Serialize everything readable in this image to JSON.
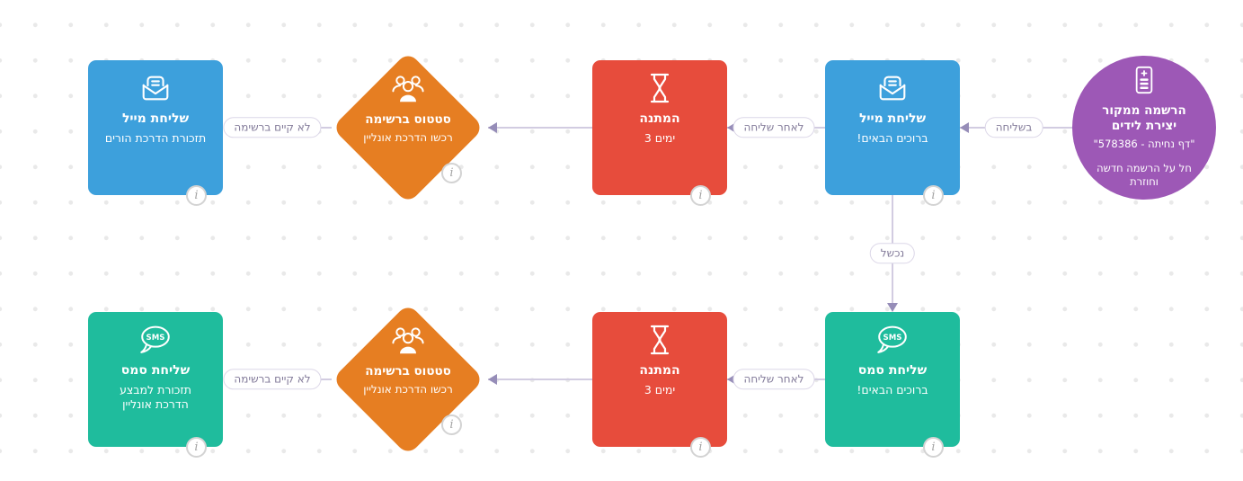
{
  "palette": {
    "blue": "#3da0dc",
    "red": "#e74c3c",
    "orange": "#e67e22",
    "green": "#1fbc9d",
    "purple": "#9d58b6",
    "connector_line": "#d2cce1",
    "arrowhead": "#968db8",
    "label_text": "#827a99",
    "canvas_dot": "#e9e9e9"
  },
  "nodes": {
    "trigger": {
      "icon": "lead-form-icon",
      "color": "#9d58b6",
      "title": "הרשמה ממקור יצירת לידים",
      "subtitle": "\"דף נחיתה - 578386\"",
      "note": "חל על הרשמה חדשה וחוזרת"
    },
    "email_welcome": {
      "icon": "open-mail-icon",
      "color": "#3da0dc",
      "title": "שליחת מייל",
      "subtitle": "ברוכים הבאים!"
    },
    "wait_top": {
      "icon": "hourglass-icon",
      "color": "#e74c3c",
      "title": "המתנה",
      "subtitle": "3 ימים"
    },
    "list_status_top": {
      "icon": "group-icon",
      "color": "#e67e22",
      "title": "סטטוס ברשימה",
      "subtitle": "רכשו הדרכת אונליין"
    },
    "email_reminder": {
      "icon": "open-mail-icon",
      "color": "#3da0dc",
      "title": "שליחת מייל",
      "subtitle": "תזכורת הדרכת הורים"
    },
    "sms_welcome": {
      "icon": "sms-icon",
      "color": "#1fbc9d",
      "title": "שליחת סמס",
      "subtitle": "ברוכים הבאים!"
    },
    "wait_bottom": {
      "icon": "hourglass-icon",
      "color": "#e74c3c",
      "title": "המתנה",
      "subtitle": "3 ימים"
    },
    "list_status_bottom": {
      "icon": "group-icon",
      "color": "#e67e22",
      "title": "סטטוס ברשימה",
      "subtitle": "רכשו הדרכת אונליין"
    },
    "sms_reminder": {
      "icon": "sms-icon",
      "color": "#1fbc9d",
      "title": "שליחת סמס",
      "subtitle": "תזכורת למבצע הדרכת אונליין"
    }
  },
  "connector_labels": {
    "on_send": "בשליחה",
    "after_send_top": "לאחר שליחה",
    "not_in_list_top": "לא קיים ברשימה",
    "failed": "נכשל",
    "after_send_bottom": "לאחר שליחה",
    "not_in_list_bottom": "לא קיים ברשימה"
  },
  "badges": {
    "info": "i"
  },
  "icon_text": {
    "sms": "SMS"
  }
}
